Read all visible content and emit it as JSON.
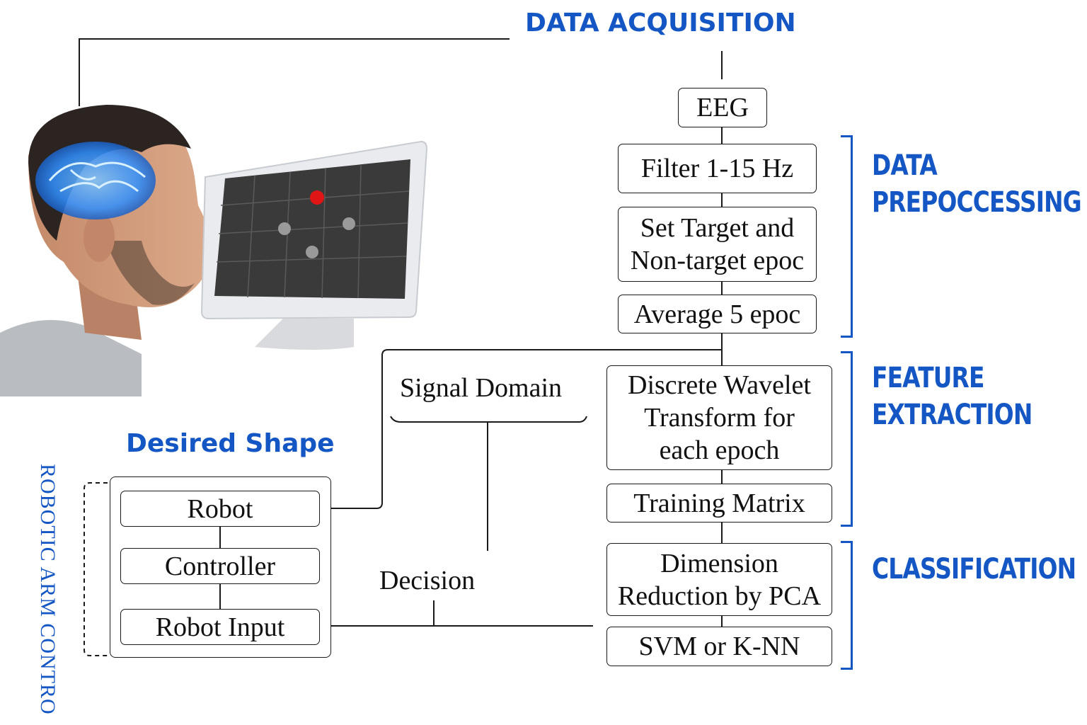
{
  "header": {
    "title": "DATA ACQUISITION"
  },
  "stages": {
    "data_preprocessing": "DATA\nPREPOCCESSING",
    "feature_extraction": "FEATURE\nEXTRACTION",
    "classification": "CLASSIFICATION"
  },
  "pipeline": {
    "eeg": "EEG",
    "filter": "Filter 1-15 Hz",
    "set_target": [
      "Set Target and",
      "Non-target epoc"
    ],
    "average": "Average 5 epoc",
    "dwt": [
      "Discrete Wavelet",
      "Transform for",
      "each epoch"
    ],
    "training_matrix": "Training Matrix",
    "pca": [
      "Dimension",
      "Reduction by PCA"
    ],
    "svm": "SVM or K-NN"
  },
  "labels": {
    "signal_domain": "Signal Domain",
    "decision": "Decision",
    "desired_shape": "Desired Shape",
    "robotic_arm_control": "ROBOTIC ARM CONTRO"
  },
  "robot_panel": {
    "robot": "Robot",
    "controller": "Controller",
    "robot_input": "Robot Input"
  },
  "colors": {
    "accent": "#1457c4",
    "brain_glow": "#2f8fff",
    "target_dot": "#e01515",
    "screen": "#3a3a3a"
  }
}
